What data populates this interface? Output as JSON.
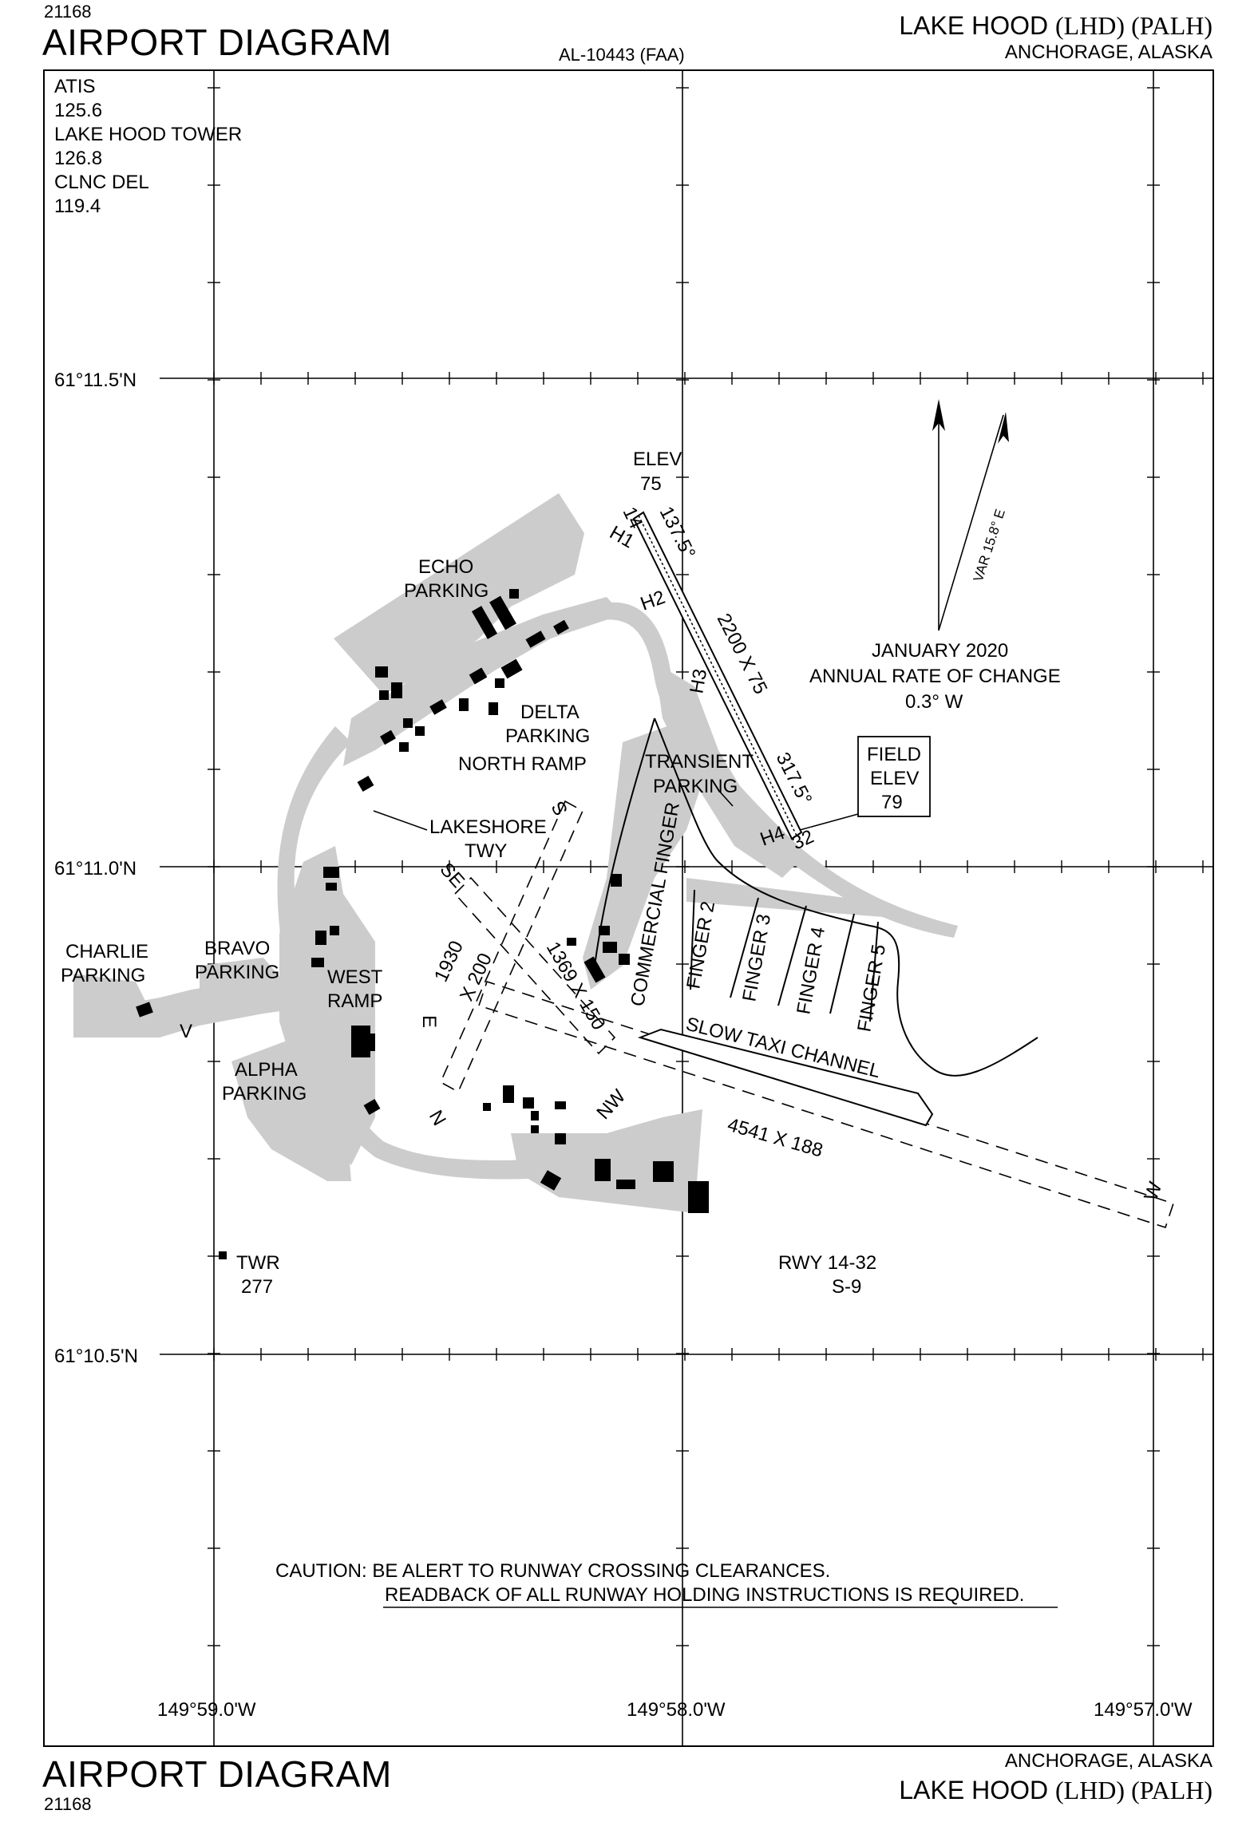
{
  "header": {
    "chart_number": "21168",
    "title": "AIRPORT DIAGRAM",
    "doc_number": "AL-10443 (FAA)",
    "airport_name": "LAKE HOOD",
    "airport_ids": "(LHD) (PALH)",
    "city": "ANCHORAGE, ALASKA"
  },
  "footer": {
    "chart_number": "21168",
    "title": "AIRPORT DIAGRAM",
    "airport_name": "LAKE HOOD",
    "airport_ids": "(LHD) (PALH)",
    "city": "ANCHORAGE, ALASKA"
  },
  "frequencies": [
    "ATIS",
    "125.6",
    "LAKE HOOD TOWER",
    "126.8",
    "CLNC DEL",
    "119.4"
  ],
  "latitude_labels": [
    "61°11.5'N",
    "61°11.0'N",
    "61°10.5'N"
  ],
  "longitude_labels": [
    "149°59.0'W",
    "149°58.0'W",
    "149°57.0'W"
  ],
  "elev": {
    "label": "ELEV",
    "value": "75"
  },
  "field_elev": {
    "line1": "FIELD",
    "line2": "ELEV",
    "value": "79"
  },
  "variation": {
    "var": "VAR 15.8° E",
    "date": "JANUARY 2020",
    "rate_label": "ANNUAL RATE OF CHANGE",
    "rate": "0.3° W"
  },
  "runway": {
    "end_14": "14",
    "end_32": "32",
    "heading_137": "137.5°",
    "heading_317": "317.5°",
    "dims": "2200 X 75",
    "designation": "RWY 14-32",
    "strength": "S-9"
  },
  "taxiways": [
    "H1",
    "H2",
    "H3",
    "H4",
    "LAKESHORE",
    "TWY"
  ],
  "areas": {
    "echo": [
      "ECHO",
      "PARKING"
    ],
    "delta": [
      "DELTA",
      "PARKING"
    ],
    "north_ramp": "NORTH RAMP",
    "transient": [
      "TRANSIENT",
      "PARKING"
    ],
    "charlie": [
      "CHARLIE",
      "PARKING"
    ],
    "bravo": [
      "BRAVO",
      "PARKING"
    ],
    "west_ramp": [
      "WEST",
      "RAMP"
    ],
    "alpha": [
      "ALPHA",
      "PARKING"
    ],
    "commercial_finger": "COMMERCIAL FINGER",
    "fingers": [
      "FINGER 2",
      "FINGER 3",
      "FINGER 4",
      "FINGER 5"
    ],
    "slow_taxi": "SLOW TAXI CHANNEL"
  },
  "waterlanes": {
    "s": "S",
    "se": "SE",
    "e": "E",
    "n": "N",
    "nw": "NW",
    "w": "W",
    "v": "V",
    "dims_1930_a": "1930",
    "dims_1930_b": "X 200",
    "dims_1369": "1369 X 150",
    "dims_4541": "4541 X 188"
  },
  "tower": {
    "label": "TWR",
    "value": "277"
  },
  "caution": {
    "line1": "CAUTION: BE ALERT TO RUNWAY CROSSING CLEARANCES.",
    "line2": "READBACK OF ALL RUNWAY HOLDING INSTRUCTIONS IS REQUIRED."
  },
  "colors": {
    "pavement": "#cccccc",
    "ink": "#000000",
    "paper": "#ffffff"
  }
}
